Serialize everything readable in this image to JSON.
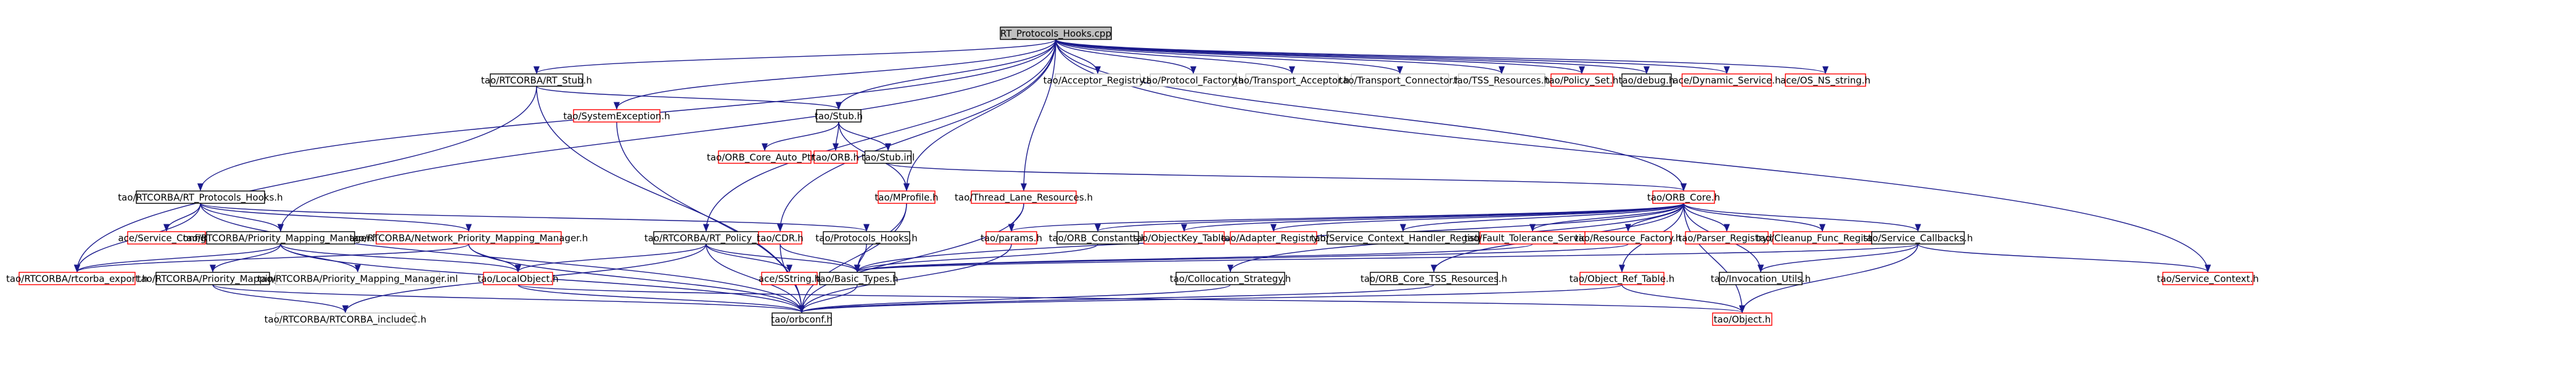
{
  "colors": {
    "root_fill": "#bfbfbf",
    "default_fill": "#ffffff",
    "documented_border": "#000000",
    "missing_border": "#ff0000",
    "system_border": "#bfbfbf",
    "edge": "#1a1a8c"
  },
  "nodes": [
    {
      "id": "root",
      "label": "RT_Protocols_Hooks.cpp",
      "style": "root"
    },
    {
      "id": "rtstubh",
      "label": "tao/RTCORBA/RT_Stub.h",
      "style": "black"
    },
    {
      "id": "sysexc",
      "label": "tao/SystemException.h",
      "style": "red"
    },
    {
      "id": "acceptreg",
      "label": "tao/Acceptor_Registry.h",
      "style": "gray"
    },
    {
      "id": "protfact",
      "label": "tao/Protocol_Factory.h",
      "style": "gray"
    },
    {
      "id": "transacc",
      "label": "tao/Transport_Acceptor.h",
      "style": "gray"
    },
    {
      "id": "transconn",
      "label": "tao/Transport_Connector.h",
      "style": "gray"
    },
    {
      "id": "tssres",
      "label": "tao/TSS_Resources.h",
      "style": "gray"
    },
    {
      "id": "policyset",
      "label": "tao/Policy_Set.h",
      "style": "red"
    },
    {
      "id": "debug",
      "label": "tao/debug.h",
      "style": "black"
    },
    {
      "id": "dynserv",
      "label": "ace/Dynamic_Service.h",
      "style": "red"
    },
    {
      "id": "osns",
      "label": "ace/OS_NS_string.h",
      "style": "red"
    },
    {
      "id": "stub",
      "label": "tao/Stub.h",
      "style": "black"
    },
    {
      "id": "orbcoreauto",
      "label": "tao/ORB_Core_Auto_Ptr.h",
      "style": "red"
    },
    {
      "id": "orbh",
      "label": "tao/ORB.h",
      "style": "red"
    },
    {
      "id": "stubinl",
      "label": "tao/Stub.inl",
      "style": "black"
    },
    {
      "id": "mprofile",
      "label": "tao/MProfile.h",
      "style": "red"
    },
    {
      "id": "threadlane",
      "label": "tao/Thread_Lane_Resources.h",
      "style": "red"
    },
    {
      "id": "rtprothooks",
      "label": "tao/RTCORBA/RT_Protocols_Hooks.h",
      "style": "black"
    },
    {
      "id": "orbcore",
      "label": "tao/ORB_Core.h",
      "style": "red"
    },
    {
      "id": "svcconfig",
      "label": "ace/Service_Config.h",
      "style": "red"
    },
    {
      "id": "primapmgr",
      "label": "tao/RTCORBA/Priority_Mapping_Manager.h",
      "style": "black"
    },
    {
      "id": "netprimap",
      "label": "tao/RTCORBA/Network_Priority_Mapping_Manager.h",
      "style": "red"
    },
    {
      "id": "rtpolicy",
      "label": "tao/RTCORBA/RT_Policy_i.h",
      "style": "black"
    },
    {
      "id": "cdr",
      "label": "tao/CDR.h",
      "style": "red"
    },
    {
      "id": "prothooks",
      "label": "tao/Protocols_Hooks.h",
      "style": "black"
    },
    {
      "id": "params",
      "label": "tao/params.h",
      "style": "red"
    },
    {
      "id": "orbconst",
      "label": "tao/ORB_Constants.h",
      "style": "black"
    },
    {
      "id": "objkey",
      "label": "tao/ObjectKey_Table.h",
      "style": "red"
    },
    {
      "id": "adapterreg",
      "label": "tao/Adapter_Registry.h",
      "style": "red"
    },
    {
      "id": "svcctxreg",
      "label": "tao/Service_Context_Handler_Registry.h",
      "style": "black"
    },
    {
      "id": "faulttol",
      "label": "tao/Fault_Tolerance_Service.h",
      "style": "red"
    },
    {
      "id": "resfact",
      "label": "tao/Resource_Factory.h",
      "style": "red"
    },
    {
      "id": "parserreg",
      "label": "tao/Parser_Registry.h",
      "style": "red"
    },
    {
      "id": "cleanupreg",
      "label": "tao/Cleanup_Func_Registry.h",
      "style": "red"
    },
    {
      "id": "svccallbacks",
      "label": "tao/Service_Callbacks.h",
      "style": "black"
    },
    {
      "id": "rtcorbaexp",
      "label": "tao/RTCORBA/rtcorba_export.h",
      "style": "red"
    },
    {
      "id": "primap",
      "label": "tao/RTCORBA/Priority_Mapping.h",
      "style": "black"
    },
    {
      "id": "primapinl",
      "label": "tao/RTCORBA/Priority_Mapping_Manager.inl",
      "style": "gray"
    },
    {
      "id": "localobj",
      "label": "tao/LocalObject.h",
      "style": "red"
    },
    {
      "id": "sstring",
      "label": "ace/SString.h",
      "style": "red"
    },
    {
      "id": "basictypes",
      "label": "tao/Basic_Types.h",
      "style": "black"
    },
    {
      "id": "colloc",
      "label": "tao/Collocation_Strategy.h",
      "style": "black"
    },
    {
      "id": "orbcoretss",
      "label": "tao/ORB_Core_TSS_Resources.h",
      "style": "black"
    },
    {
      "id": "objreftab",
      "label": "tao/Object_Ref_Table.h",
      "style": "red"
    },
    {
      "id": "invutils",
      "label": "tao/Invocation_Utils.h",
      "style": "black"
    },
    {
      "id": "svcctx",
      "label": "tao/Service_Context.h",
      "style": "red"
    },
    {
      "id": "rtcorbainc",
      "label": "tao/RTCORBA/RTCORBA_includeC.h",
      "style": "gray"
    },
    {
      "id": "orbconf",
      "label": "tao/orbconf.h",
      "style": "black"
    },
    {
      "id": "object",
      "label": "tao/Object.h",
      "style": "red"
    }
  ],
  "edges": [
    [
      "root",
      "rtstubh"
    ],
    [
      "root",
      "sysexc"
    ],
    [
      "root",
      "acceptreg"
    ],
    [
      "root",
      "protfact"
    ],
    [
      "root",
      "transacc"
    ],
    [
      "root",
      "transconn"
    ],
    [
      "root",
      "tssres"
    ],
    [
      "root",
      "policyset"
    ],
    [
      "root",
      "debug"
    ],
    [
      "root",
      "dynserv"
    ],
    [
      "root",
      "osns"
    ],
    [
      "root",
      "stub"
    ],
    [
      "root",
      "mprofile"
    ],
    [
      "root",
      "threadlane"
    ],
    [
      "root",
      "rtprothooks"
    ],
    [
      "root",
      "orbcore"
    ],
    [
      "root",
      "primapmgr"
    ],
    [
      "root",
      "rtpolicy"
    ],
    [
      "root",
      "cdr"
    ],
    [
      "root",
      "svcctx"
    ],
    [
      "rtstubh",
      "stub"
    ],
    [
      "rtstubh",
      "rtcorbaexp"
    ],
    [
      "rtstubh",
      "orbconf"
    ],
    [
      "sysexc",
      "orbconf"
    ],
    [
      "stub",
      "orbcoreauto"
    ],
    [
      "stub",
      "orbh"
    ],
    [
      "stub",
      "stubinl"
    ],
    [
      "stub",
      "mprofile"
    ],
    [
      "stubinl",
      "orbcore"
    ],
    [
      "mprofile",
      "basictypes"
    ],
    [
      "mprofile",
      "orbconf"
    ],
    [
      "threadlane",
      "params"
    ],
    [
      "threadlane",
      "orbconf"
    ],
    [
      "rtprothooks",
      "svcconfig"
    ],
    [
      "rtprothooks",
      "primapmgr"
    ],
    [
      "rtprothooks",
      "netprimap"
    ],
    [
      "rtprothooks",
      "rtcorbaexp"
    ],
    [
      "rtprothooks",
      "prothooks"
    ],
    [
      "rtprothooks",
      "orbconf"
    ],
    [
      "primapmgr",
      "rtcorbaexp"
    ],
    [
      "primapmgr",
      "primap"
    ],
    [
      "primapmgr",
      "primapinl"
    ],
    [
      "primapmgr",
      "localobj"
    ],
    [
      "primapmgr",
      "orbconf"
    ],
    [
      "netprimap",
      "rtcorbaexp"
    ],
    [
      "netprimap",
      "localobj"
    ],
    [
      "netprimap",
      "orbconf"
    ],
    [
      "rtpolicy",
      "localobj"
    ],
    [
      "rtpolicy",
      "sstring"
    ],
    [
      "rtpolicy",
      "basictypes"
    ],
    [
      "rtpolicy",
      "rtcorbainc"
    ],
    [
      "rtpolicy",
      "orbconf"
    ],
    [
      "cdr",
      "basictypes"
    ],
    [
      "cdr",
      "orbconf"
    ],
    [
      "prothooks",
      "basictypes"
    ],
    [
      "orbcore",
      "params"
    ],
    [
      "orbcore",
      "orbconst"
    ],
    [
      "orbcore",
      "objkey"
    ],
    [
      "orbcore",
      "adapterreg"
    ],
    [
      "orbcore",
      "svcctxreg"
    ],
    [
      "orbcore",
      "faulttol"
    ],
    [
      "orbcore",
      "resfact"
    ],
    [
      "orbcore",
      "parserreg"
    ],
    [
      "orbcore",
      "cleanupreg"
    ],
    [
      "orbcore",
      "svccallbacks"
    ],
    [
      "orbcore",
      "colloc"
    ],
    [
      "orbcore",
      "orbcoretss"
    ],
    [
      "orbcore",
      "objreftab"
    ],
    [
      "orbcore",
      "invutils"
    ],
    [
      "orbcore",
      "object"
    ],
    [
      "orbcore",
      "basictypes"
    ],
    [
      "svccallbacks",
      "basictypes"
    ],
    [
      "svccallbacks",
      "invutils"
    ],
    [
      "svccallbacks",
      "object"
    ],
    [
      "svccallbacks",
      "svcctx"
    ],
    [
      "faulttol",
      "basictypes"
    ],
    [
      "resfact",
      "basictypes"
    ],
    [
      "orbconst",
      "basictypes"
    ],
    [
      "primap",
      "rtcorbainc"
    ],
    [
      "primap",
      "orbconf"
    ],
    [
      "localobj",
      "object"
    ],
    [
      "localobj",
      "orbconf"
    ],
    [
      "basictypes",
      "orbconf"
    ],
    [
      "colloc",
      "orbconf"
    ],
    [
      "orbcoretss",
      "orbconf"
    ],
    [
      "objreftab",
      "object"
    ],
    [
      "objreftab",
      "orbconf"
    ],
    [
      "params",
      "orbconf"
    ]
  ]
}
